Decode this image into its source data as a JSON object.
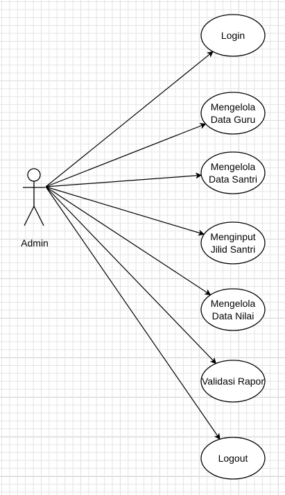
{
  "actor": {
    "label": "Admin"
  },
  "use_cases": [
    {
      "id": "login",
      "lines": [
        "Login"
      ]
    },
    {
      "id": "mengelola-data-guru",
      "lines": [
        "Mengelola",
        "Data Guru"
      ]
    },
    {
      "id": "mengelola-data-santri",
      "lines": [
        "Mengelola",
        "Data Santri"
      ]
    },
    {
      "id": "menginput-jilid-santri",
      "lines": [
        "Menginput",
        "Jilid Santri"
      ]
    },
    {
      "id": "mengelola-data-nilai",
      "lines": [
        "Mengelola",
        "Data Nilai"
      ]
    },
    {
      "id": "validasi-rapor",
      "lines": [
        "Validasi Rapor"
      ]
    },
    {
      "id": "logout",
      "lines": [
        "Logout"
      ]
    }
  ]
}
